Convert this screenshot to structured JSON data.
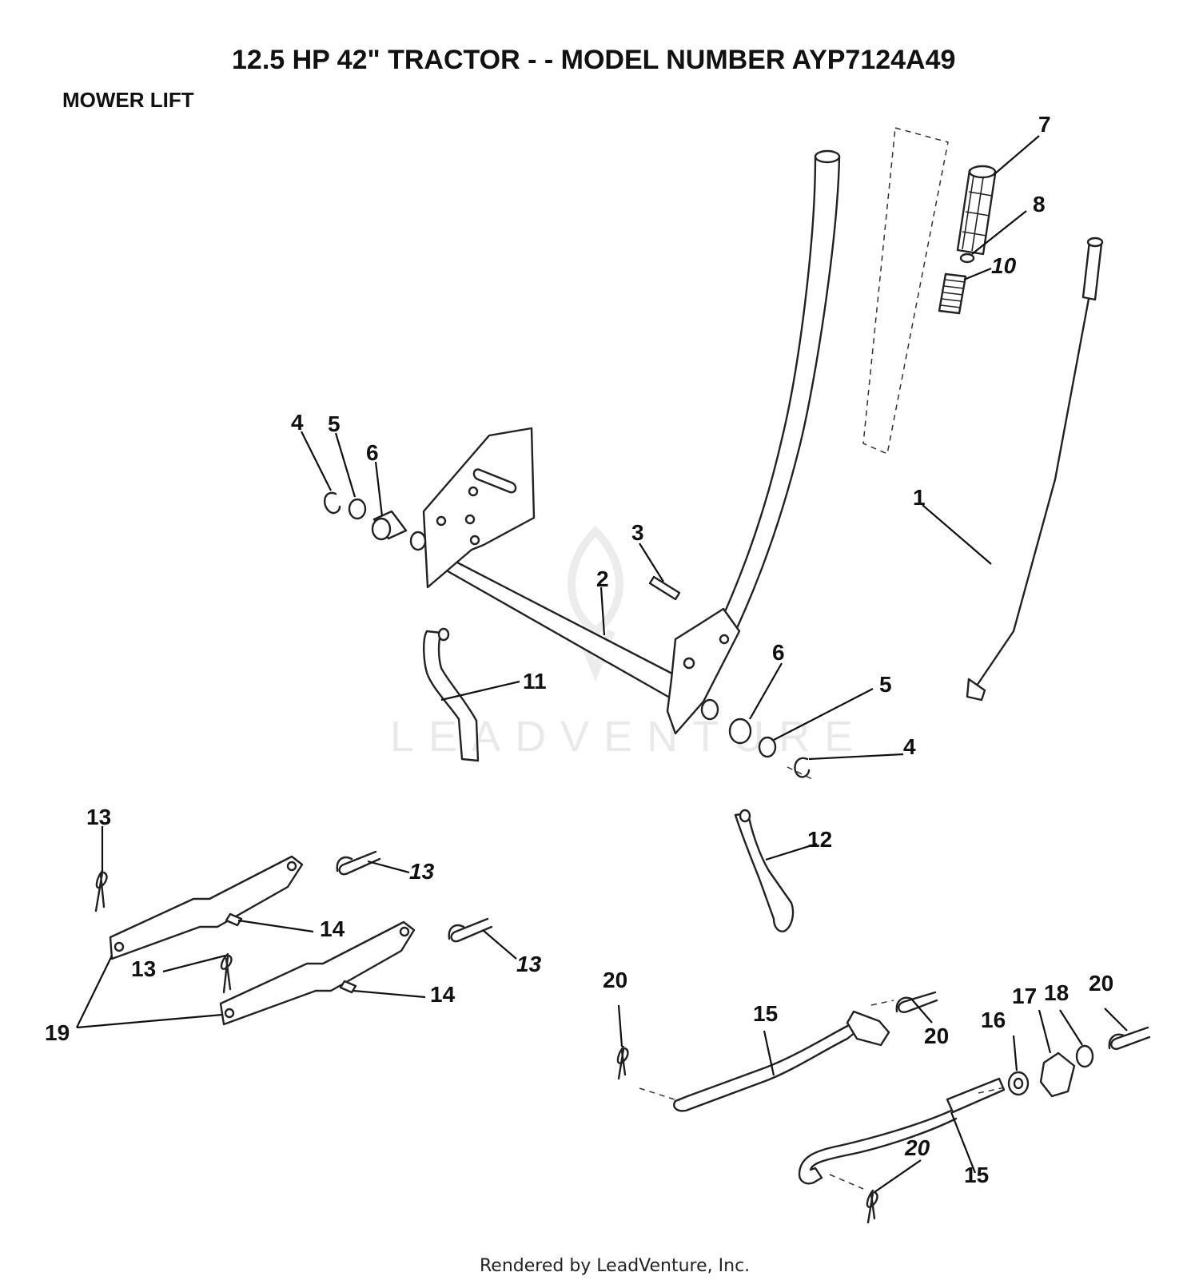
{
  "header": {
    "title": "12.5 HP 42\" TRACTOR - - MODEL NUMBER AYP7124A49",
    "section": "MOWER LIFT"
  },
  "callouts": [
    {
      "id": "c7",
      "text": "7"
    },
    {
      "id": "c8",
      "text": "8"
    },
    {
      "id": "c10",
      "text": "10"
    },
    {
      "id": "c4a",
      "text": "4"
    },
    {
      "id": "c5a",
      "text": "5"
    },
    {
      "id": "c6a",
      "text": "6"
    },
    {
      "id": "c3",
      "text": "3"
    },
    {
      "id": "c2",
      "text": "2"
    },
    {
      "id": "c1",
      "text": "1"
    },
    {
      "id": "c11",
      "text": "11"
    },
    {
      "id": "c6b",
      "text": "6"
    },
    {
      "id": "c5b",
      "text": "5"
    },
    {
      "id": "c4b",
      "text": "4"
    },
    {
      "id": "c13a",
      "text": "13"
    },
    {
      "id": "c13b",
      "text": "13"
    },
    {
      "id": "c12",
      "text": "12"
    },
    {
      "id": "c14a",
      "text": "14"
    },
    {
      "id": "c13c",
      "text": "13"
    },
    {
      "id": "c13d",
      "text": "13"
    },
    {
      "id": "c14b",
      "text": "14"
    },
    {
      "id": "c19",
      "text": "19"
    },
    {
      "id": "c20a",
      "text": "20"
    },
    {
      "id": "c15a",
      "text": "15"
    },
    {
      "id": "c20b",
      "text": "20"
    },
    {
      "id": "c16",
      "text": "16"
    },
    {
      "id": "c17",
      "text": "17"
    },
    {
      "id": "c18",
      "text": "18"
    },
    {
      "id": "c20c",
      "text": "20"
    },
    {
      "id": "c20d",
      "text": "20"
    },
    {
      "id": "c15b",
      "text": "15"
    }
  ],
  "watermark": {
    "text": "LEADVENTURE"
  },
  "footer": {
    "text": "Rendered by LeadVenture, Inc."
  }
}
